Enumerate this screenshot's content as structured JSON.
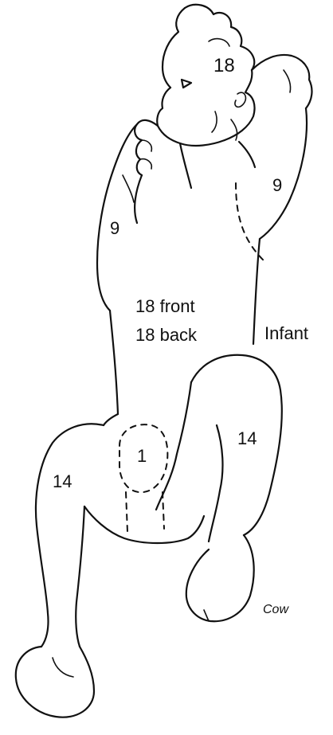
{
  "labels": {
    "head": "18",
    "arm_left": "9",
    "arm_right": "9",
    "trunk_front": "18 front",
    "trunk_back": "18 back",
    "caption": "Infant",
    "genital": "1",
    "leg_left": "14",
    "leg_right": "14",
    "signature": "Cow"
  },
  "colors": {
    "ink": "#111111",
    "paper": "#ffffff"
  }
}
